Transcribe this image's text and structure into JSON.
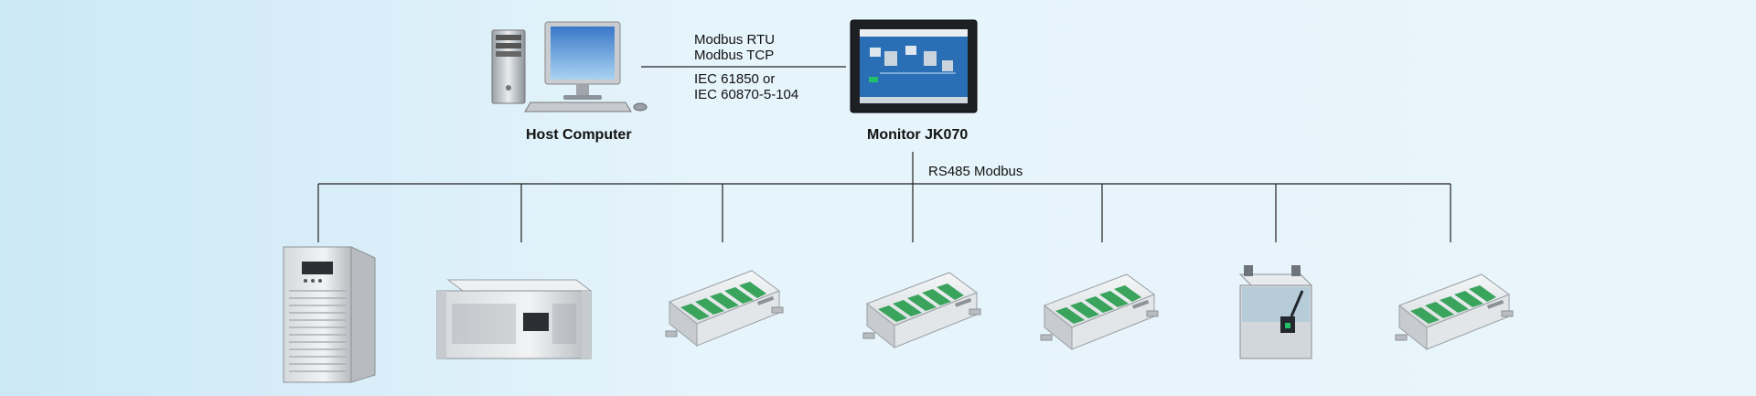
{
  "protocol_labels": {
    "modbus_rtu": "Modbus RTU",
    "modbus_tcp": "Modbus TCP",
    "iec_61850": "IEC 61850 or",
    "iec_60870": "IEC 60870-5-104"
  },
  "host_computer": {
    "label": "Host Computer"
  },
  "monitor": {
    "label": "Monitor JK070"
  },
  "bus": {
    "label": "RS485 Modbus"
  }
}
